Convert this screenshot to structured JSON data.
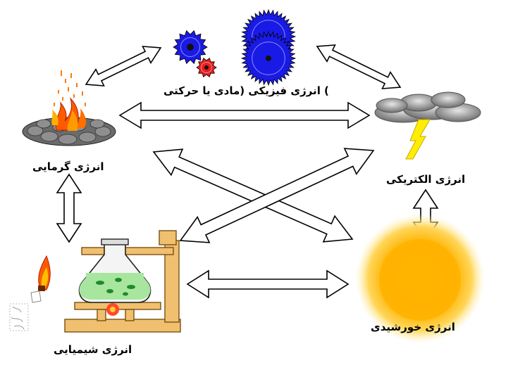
{
  "nodes": {
    "physical": {
      "label": ") انرژی فیزیکی (مادی یا حرکتی",
      "icon": "gears-icon"
    },
    "thermal": {
      "label": "انرژی گرمایی",
      "icon": "campfire-icon"
    },
    "electrical": {
      "label": "انرژی الکتریکی",
      "icon": "lightning-cloud-icon"
    },
    "chemical": {
      "label": "انرژی شیمیایی",
      "icon": "lab-flask-icon"
    },
    "solar": {
      "label": "انرژی خورشیدی",
      "icon": "sun-icon"
    }
  },
  "colors": {
    "arrow_fill": "#ffffff",
    "arrow_stroke": "#000000",
    "gear_blue": "#1a1ae6",
    "gear_red": "#e61e1e",
    "sun_core": "#ffb300",
    "sun_glow": "#ffe680",
    "flask_liquid": "#a8e6a0",
    "stand": "#f0c070"
  }
}
